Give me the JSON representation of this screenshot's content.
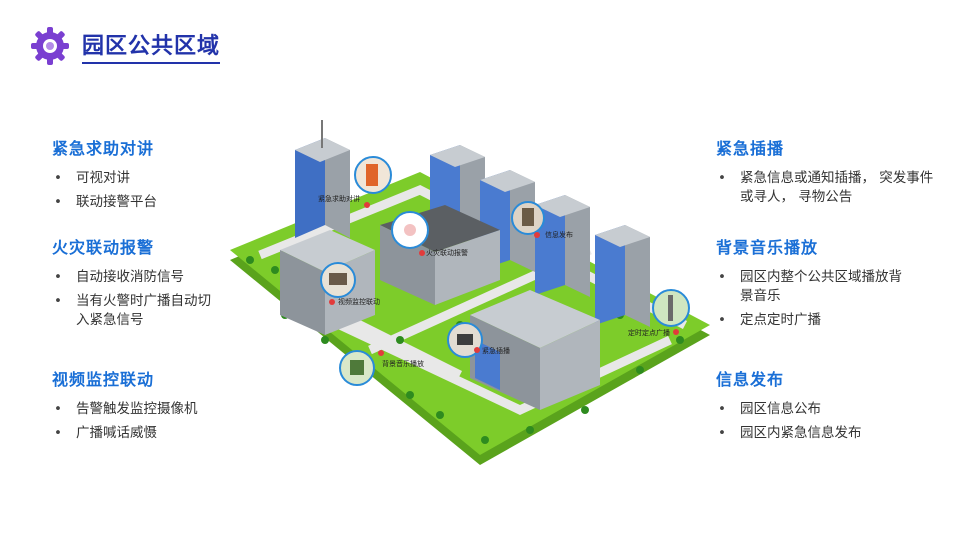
{
  "page": {
    "title": "园区公共区域"
  },
  "left_sections": [
    {
      "heading": "紧急求助对讲",
      "items": [
        "可视对讲",
        "联动接警平台"
      ]
    },
    {
      "heading": "火灾联动报警",
      "items": [
        "自动接收消防信号",
        "当有火警时广播自动切入紧急信号"
      ]
    },
    {
      "heading": "视频监控联动",
      "items": [
        "告警触发监控摄像机",
        "广播喊话威慑"
      ]
    }
  ],
  "right_sections": [
    {
      "heading": "紧急插播",
      "items": [
        "紧急信息或通知插播， 突发事件或寻人， 寻物公告"
      ]
    },
    {
      "heading": "背景音乐播放",
      "items": [
        "园区内整个公共区域播放背景音乐",
        "定点定时广播"
      ]
    },
    {
      "heading": "信息发布",
      "items": [
        "园区信息公布",
        "园区内紧急信息发布"
      ]
    }
  ],
  "map_labels": {
    "intercom": "紧急求助对讲",
    "fire": "火灾联动报警",
    "info": "信息发布",
    "video": "视频监控联动",
    "timed": "定时定点广播",
    "bgm": "背景音乐播放",
    "insert": "紧急插播"
  },
  "colors": {
    "accent": "#1a6fd6",
    "title": "#2233aa",
    "logo": "#7a3fd1",
    "grass": "#7dcc2a"
  },
  "icons": {
    "logo": "gear-logo-icon",
    "pin": "map-pin-icon"
  }
}
